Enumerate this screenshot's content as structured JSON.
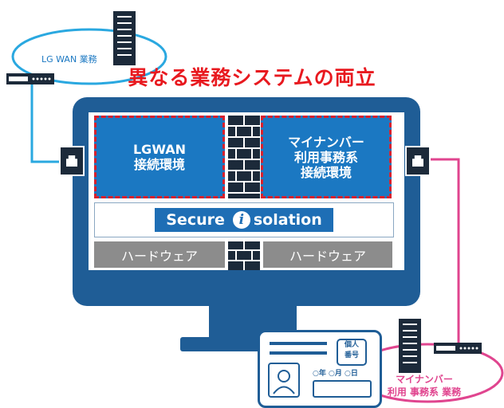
{
  "headline": "異なる業務システムの両立",
  "lgwan_cloud": {
    "label": "LG WAN 業務"
  },
  "mynumber_cloud": {
    "label_line1": "マイナンバー",
    "label_line2": "利用 事務系 業務"
  },
  "screen": {
    "left_env": "LGWAN\n接続環境",
    "right_env": "マイナンバー\n利用事務系\n接続環境",
    "secure_word": "Secure",
    "secure_i": "i",
    "secure_suffix": "solation",
    "hardware_left": "ハードウェア",
    "hardware_right": "ハードウェア"
  },
  "id_card": {
    "badge_line1": "個人",
    "badge_line2": "番号",
    "date_text": "○年 ○月 ○日"
  },
  "colors": {
    "lgwan_line": "#2aa8e0",
    "mynumber_line": "#e0458f",
    "monitor": "#1f5d96",
    "env_box": "#1b78c2",
    "dashed_border": "#d8202c",
    "headline": "#e8191f"
  }
}
